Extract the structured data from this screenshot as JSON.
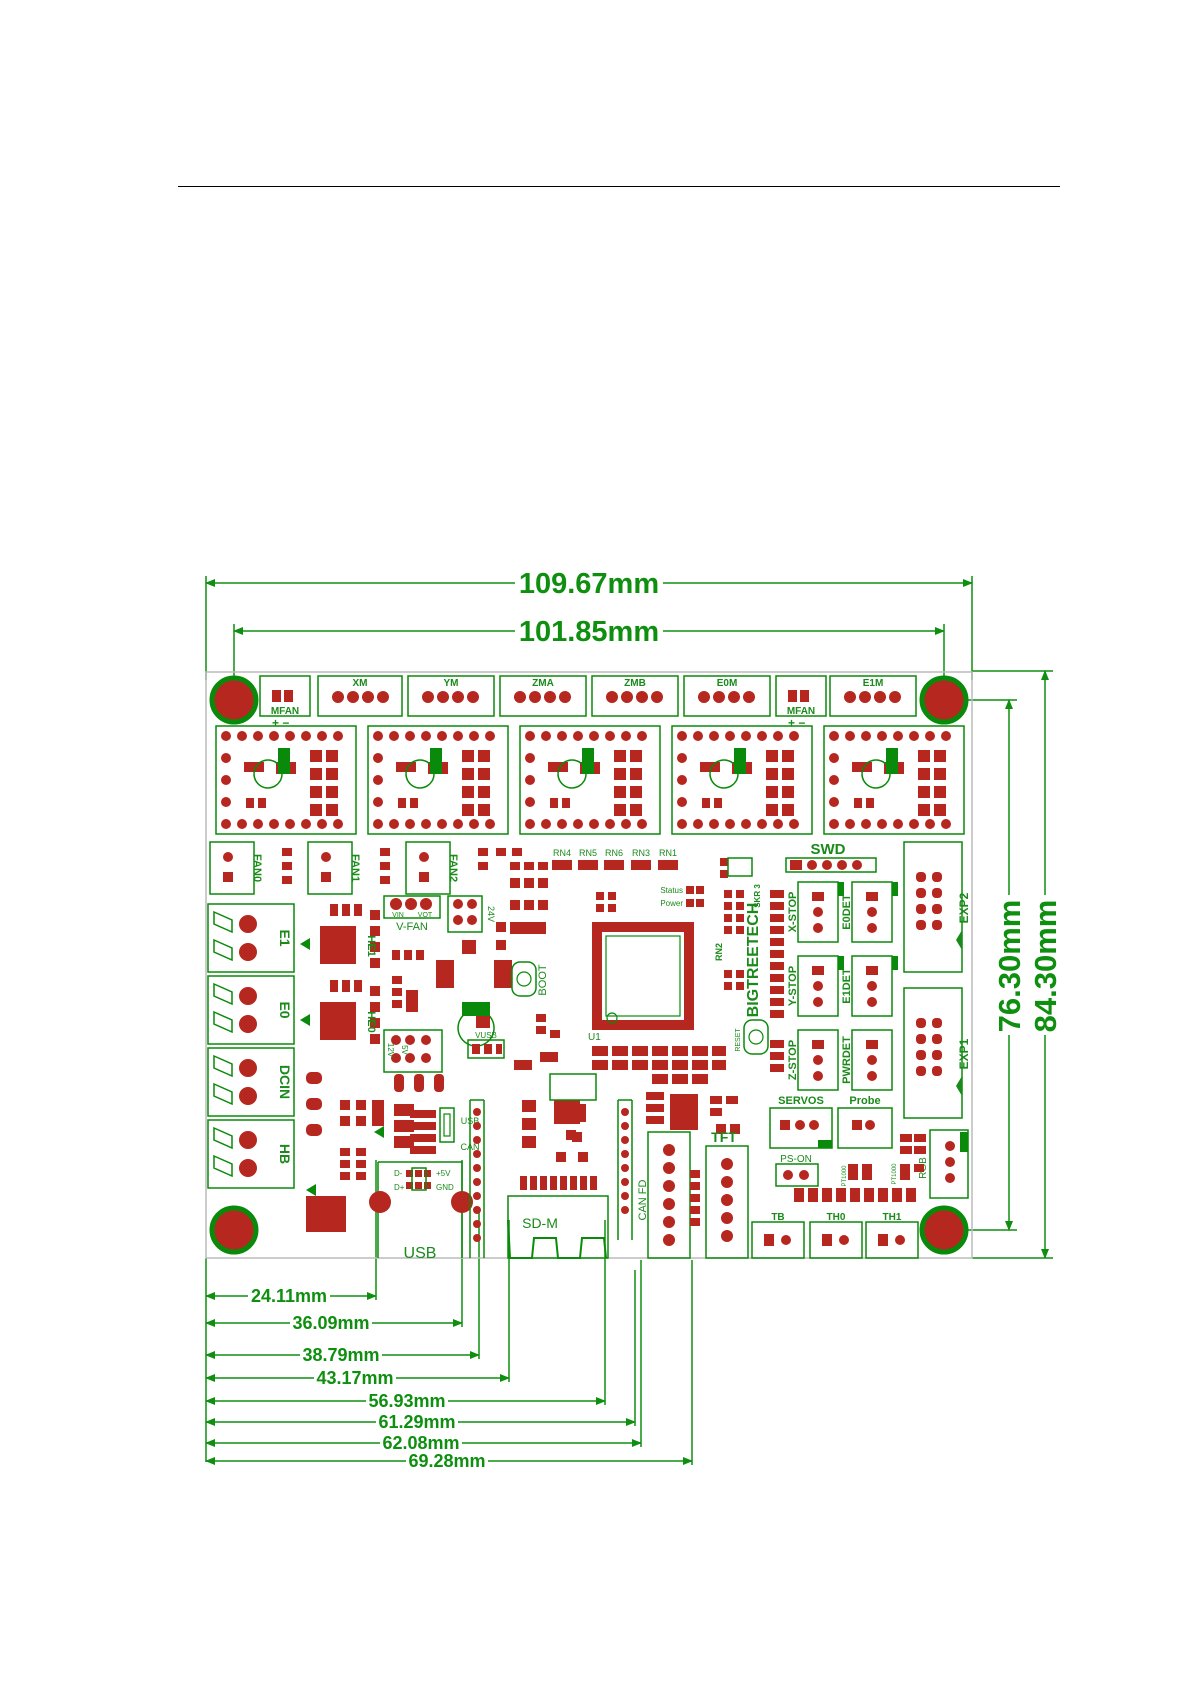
{
  "colors": {
    "outline": "#0a8a0a",
    "pad": "#b5271f",
    "silk": "#1a8a1a",
    "dimension": "#0f8f0f"
  },
  "dimensions": {
    "top_overall": "109.67mm",
    "top_holes": "101.85mm",
    "right_holes": "76.30mm",
    "right_overall": "84.30mm",
    "bottom": [
      "24.11mm",
      "36.09mm",
      "38.79mm",
      "43.17mm",
      "56.93mm",
      "61.29mm",
      "62.08mm",
      "69.28mm"
    ]
  },
  "top_connectors": [
    "MFAN",
    "XM",
    "YM",
    "ZMA",
    "ZMB",
    "E0M",
    "MFAN",
    "E1M"
  ],
  "fan_labels": [
    "FAN0",
    "FAN1",
    "FAN2"
  ],
  "rn_labels": [
    "RN4",
    "RN5",
    "RN6",
    "RN3",
    "RN1"
  ],
  "left_terminals": [
    "E1",
    "E0",
    "DCIN",
    "HB"
  ],
  "right_labels": [
    "X-STOP",
    "E0DET",
    "Y-STOP",
    "E1DET",
    "Z-STOP",
    "PWRDET",
    "EXP2",
    "EXP1"
  ],
  "misc_labels": {
    "swd": "SWD",
    "status": "Status",
    "power": "Power",
    "he1": "HE1",
    "he0": "HE0",
    "vfan": "V-FAN",
    "vin": "VIN",
    "vot": "VOT",
    "v24": "24V",
    "v12": "12V",
    "v5": "5V",
    "boot": "BOOT",
    "u1": "U1",
    "vusb": "VUSB",
    "rn2": "RN2",
    "bigtreetech": "BIGTREETECH",
    "skr": "SKR 3",
    "reset": "RESET",
    "servos": "SERVOS",
    "probe": "Probe",
    "tft": "TFT",
    "canfd": "CAN FD",
    "sdm": "SD-M",
    "pson": "PS-ON",
    "rgb": "RGB",
    "tb": "TB",
    "th0": "TH0",
    "th1": "TH1",
    "usb_side": "USB",
    "can_side": "CAN",
    "usb_main": "USB",
    "d_minus": "D-",
    "d_plus": "D+",
    "plus5v": "+5V",
    "gnd": "GND",
    "pt1000a": "PT1000",
    "pt1000b": "PT1000"
  }
}
